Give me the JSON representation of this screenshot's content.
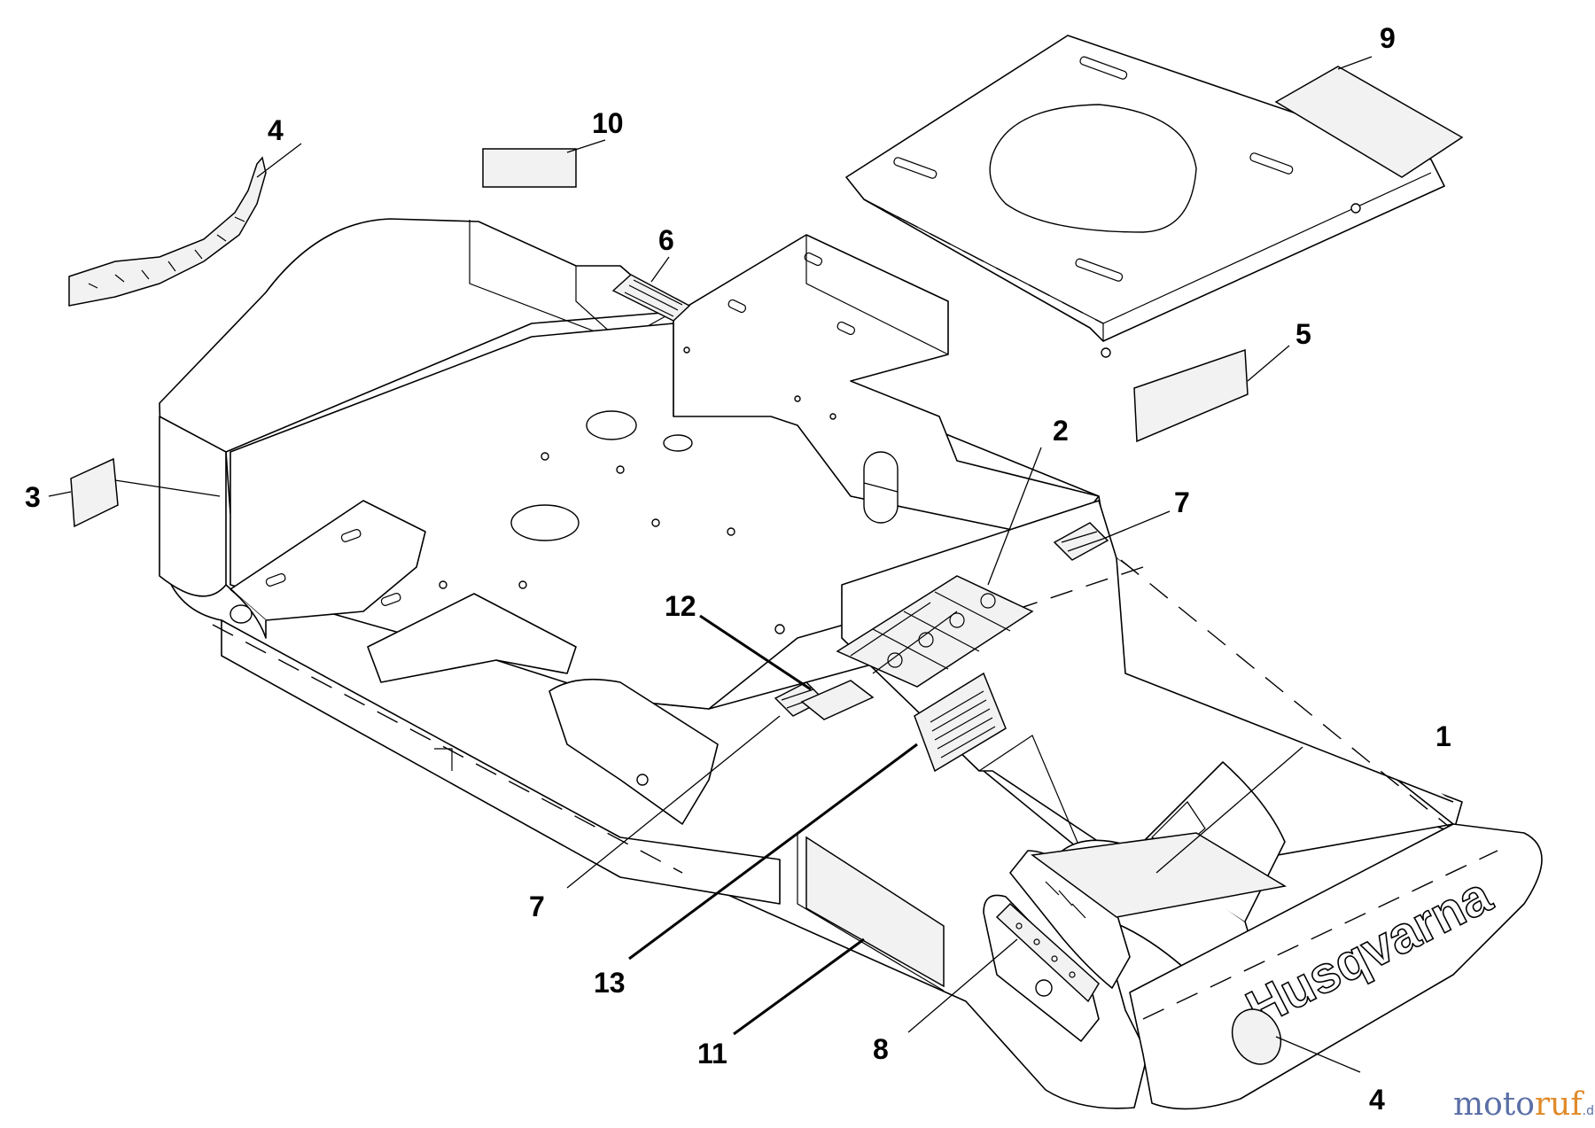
{
  "callouts": {
    "c1": "1",
    "c2": "2",
    "c3": "3",
    "c4_top": "4",
    "c4_bottom": "4",
    "c5": "5",
    "c6": "6",
    "c7_right": "7",
    "c7_left": "7",
    "c8": "8",
    "c9": "9",
    "c10": "10",
    "c11": "11",
    "c12": "12",
    "c13": "13"
  },
  "brand_decal": "Husqvarna",
  "watermark": {
    "part_a": "moto",
    "part_b": "ruf",
    "suffix": ".de"
  }
}
